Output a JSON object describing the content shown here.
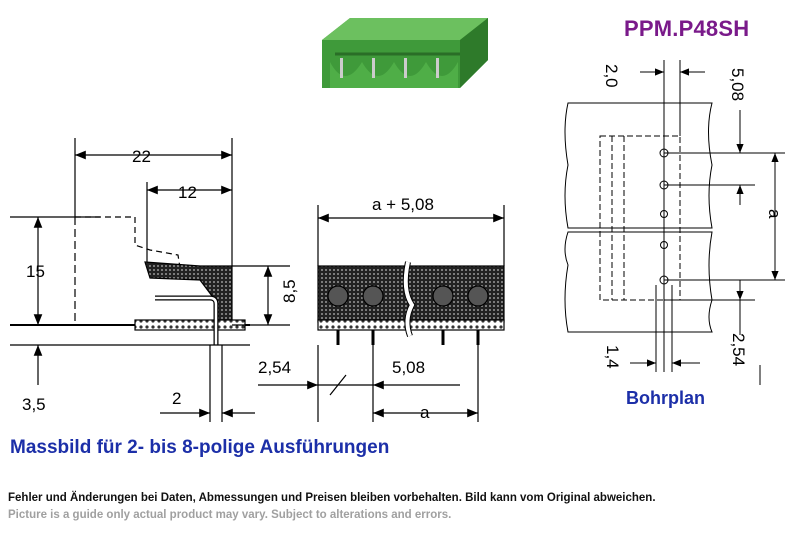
{
  "title": "PPM.P48SH",
  "caption": "Massbild für 2- bis 8-polige Ausführungen",
  "drill_plan_label": "Bohrplan",
  "disclaimer_de": "Fehler und Änderungen bei Daten, Abmessungen und Preisen bleiben vorbehalten. Bild kann vom Original abweichen.",
  "disclaimer_en": "Picture is a guide only actual product may vary. Subject to alterations and errors.",
  "side_view": {
    "dim_width": "22",
    "dim_depth": "12",
    "dim_height": "15",
    "dim_housing": "8,5",
    "dim_pin_below": "3,5",
    "dim_pin_thickness": "2"
  },
  "front_view": {
    "dim_total": "a + 5,08",
    "dim_edge": "2,54",
    "dim_pitch": "5,08",
    "dim_a": "a"
  },
  "drill_plan": {
    "dim_top_offset": "2,0",
    "dim_pitch": "5,08",
    "dim_a": "a",
    "dim_hole": "1,4",
    "dim_edge": "2,54"
  },
  "colors": {
    "title": "#7a1a8a",
    "caption": "#1c2fa8",
    "connector": "#3f9a3a",
    "outline": "#000000"
  }
}
